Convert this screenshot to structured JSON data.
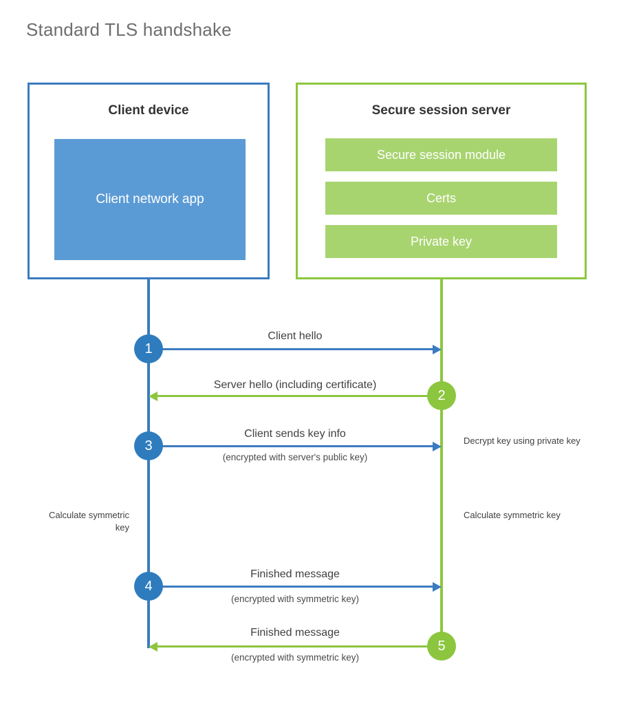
{
  "diagram": {
    "title": "Standard TLS handshake",
    "colors": {
      "client_border": "#3a7bbf",
      "client_fill": "#5b9bd5",
      "server_border": "#8cc63f",
      "server_fill": "#a8d470",
      "client_circle": "#2e7cbd",
      "server_circle": "#8cc63f",
      "title_text": "#6e6e6e",
      "label_text": "#3f3f3f",
      "background": "#ffffff"
    }
  },
  "client": {
    "title": "Client device",
    "app_label": "Client network app"
  },
  "server": {
    "title": "Secure session server",
    "components": [
      {
        "label": "Secure session module"
      },
      {
        "label": "Certs"
      },
      {
        "label": "Private key"
      }
    ]
  },
  "steps": [
    {
      "number": "1",
      "label": "Client hello",
      "sublabel": "",
      "direction": "client-to-server",
      "color": "#2e7cbd"
    },
    {
      "number": "2",
      "label": "Server hello (including certificate)",
      "sublabel": "",
      "direction": "server-to-client",
      "color": "#8cc63f"
    },
    {
      "number": "3",
      "label": "Client sends key info",
      "sublabel": "(encrypted with server's public key)",
      "direction": "client-to-server",
      "color": "#2e7cbd"
    },
    {
      "number": "4",
      "label": "Finished message",
      "sublabel": "(encrypted with symmetric key)",
      "direction": "client-to-server",
      "color": "#2e7cbd"
    },
    {
      "number": "5",
      "label": "Finished message",
      "sublabel": "(encrypted with symmetric key)",
      "direction": "server-to-client",
      "color": "#8cc63f"
    }
  ],
  "annotations": {
    "server_decrypt": "Decrypt key using private key",
    "client_calculate": "Calculate symmetric key",
    "server_calculate": "Calculate symmetric key"
  }
}
